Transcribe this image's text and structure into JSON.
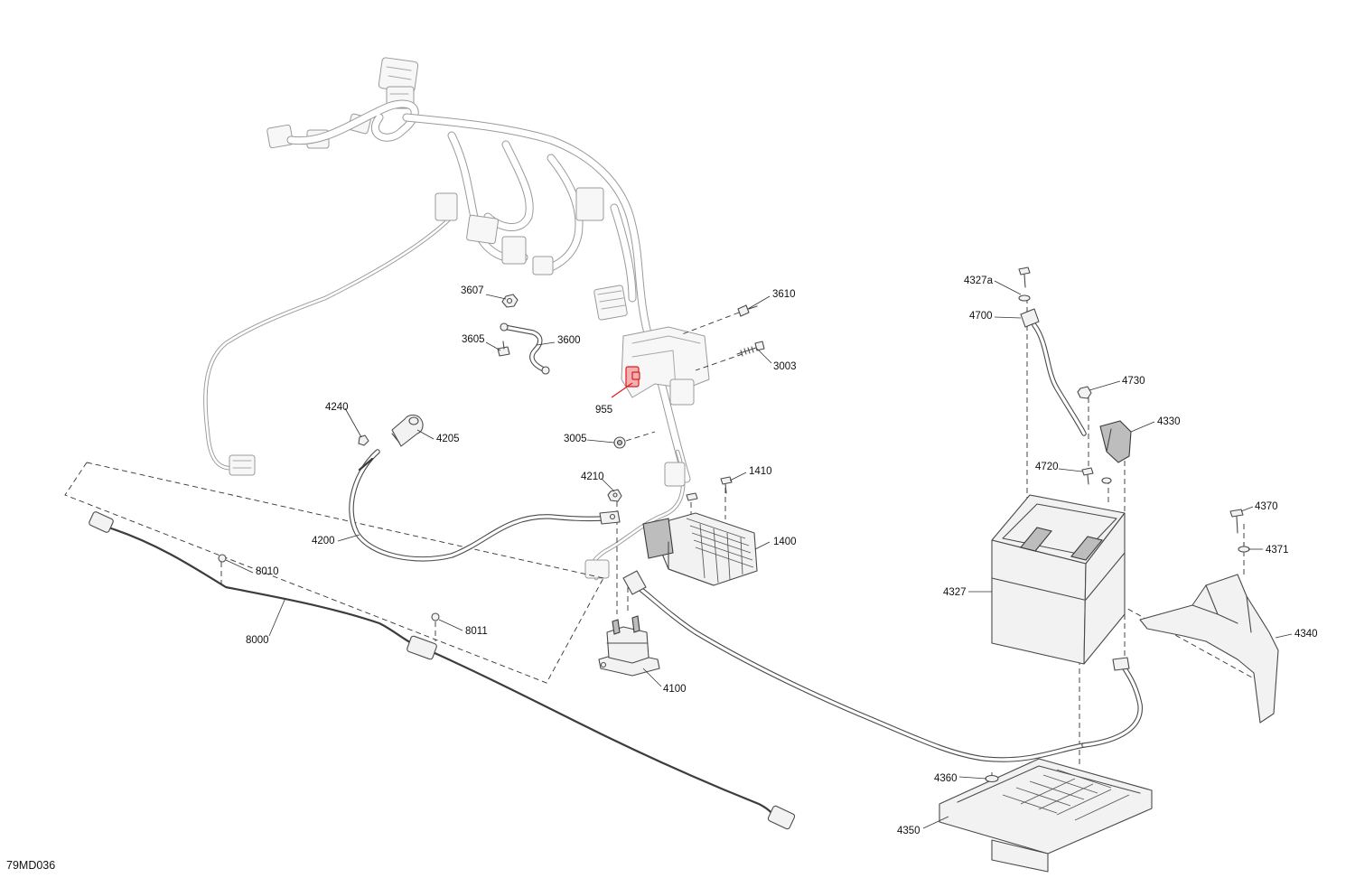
{
  "drawing_id": "79MD036",
  "parts": [
    {
      "number": "3607"
    },
    {
      "number": "3610"
    },
    {
      "number": "3605"
    },
    {
      "number": "3600"
    },
    {
      "number": "3003"
    },
    {
      "number": "955",
      "highlighted": true
    },
    {
      "number": "4240"
    },
    {
      "number": "4205"
    },
    {
      "number": "3005"
    },
    {
      "number": "4210"
    },
    {
      "number": "1410"
    },
    {
      "number": "4200"
    },
    {
      "number": "1400"
    },
    {
      "number": "8010"
    },
    {
      "number": "8011"
    },
    {
      "number": "8000"
    },
    {
      "number": "4100"
    },
    {
      "number": "4327a"
    },
    {
      "number": "4700"
    },
    {
      "number": "4730"
    },
    {
      "number": "4330"
    },
    {
      "number": "4720"
    },
    {
      "number": "4370"
    },
    {
      "number": "4371"
    },
    {
      "number": "4327"
    },
    {
      "number": "4340"
    },
    {
      "number": "4360"
    },
    {
      "number": "4350"
    }
  ],
  "colors": {
    "highlight": "#e0191f",
    "line": "#333333",
    "harness": "#9a9a9a"
  }
}
